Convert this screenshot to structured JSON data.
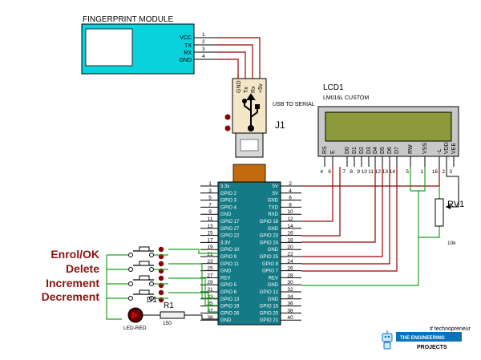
{
  "fingerprint": {
    "title": "FINGERPRINT MODULE",
    "pins": [
      "VCC",
      "TX",
      "RX",
      "GND"
    ],
    "pin_numbers": [
      "1",
      "2",
      "3",
      "4"
    ]
  },
  "usb": {
    "label": "USB TO SERIAL",
    "ref": "J1",
    "pins": [
      "GND",
      "Tx",
      "Rx",
      "+5v"
    ]
  },
  "lcd": {
    "ref": "LCD1",
    "model": "LM016L CUSTOM",
    "pin_labels": [
      "RS",
      "E",
      "D0",
      "D1",
      "D2",
      "D3",
      "D4",
      "D5",
      "D6",
      "D7",
      "RW",
      "VSS",
      "-L",
      "VDD",
      "VEE"
    ],
    "pin_numbers": [
      "4",
      "6",
      "7",
      "8",
      "9",
      "10",
      "11",
      "12",
      "13",
      "14",
      "5",
      "1",
      "16",
      "2",
      "3"
    ]
  },
  "rv": {
    "ref": "RV1",
    "value": "10k"
  },
  "pi": {
    "left_labels": [
      "3.3v",
      "GPIO 2",
      "GPIO 3",
      "GPIO 4",
      "GND",
      "GPIO 17",
      "GPIO 27",
      "GPIO 22",
      "3.3V",
      "GPIO 10",
      "GPIO 9",
      "GPIO 11",
      "GND",
      "REV",
      "GPIO 5",
      "GPIO 6",
      "GPIO 13",
      "GPIO 19",
      "GPIO 26",
      "GND"
    ],
    "left_numbers": [
      "1",
      "3",
      "5",
      "7",
      "9",
      "11",
      "13",
      "15",
      "17",
      "19",
      "21",
      "23",
      "25",
      "27",
      "29",
      "31",
      "33",
      "35",
      "37",
      "39"
    ],
    "right_labels": [
      "5V",
      "5V",
      "GND",
      "TXD",
      "RXD",
      "GPIO 18",
      "GND",
      "GPIO 23",
      "GPIO 24",
      "GND",
      "GPIO 25",
      "GPIO 8",
      "GPIO 7",
      "REV",
      "GND",
      "GPIO 12",
      "GND",
      "GPIO 16",
      "GPIO 20",
      "GPIO 21"
    ],
    "right_numbers": [
      "2",
      "4",
      "6",
      "8",
      "10",
      "12",
      "14",
      "16",
      "18",
      "20",
      "22",
      "24",
      "26",
      "28",
      "30",
      "32",
      "34",
      "36",
      "38",
      "40"
    ]
  },
  "buttons": [
    "Enrol/OK",
    "Delete",
    "Increment",
    "Decrement"
  ],
  "led": {
    "ref": "D1",
    "label": "LED-RED"
  },
  "resistor": {
    "ref": "R1",
    "value": "150"
  },
  "logo": {
    "hashtag": "# technopreneur",
    "name": "THE ENGINEERING",
    "sub": "PROJECTS"
  },
  "colors": {
    "wire_red": "#990000",
    "wire_green": "#1ea01e",
    "pi_board": "#137a86",
    "lcd_screen": "#8c9a3a",
    "fingerprint_body": "#0ad2dc",
    "button_label": "#8b1010"
  }
}
